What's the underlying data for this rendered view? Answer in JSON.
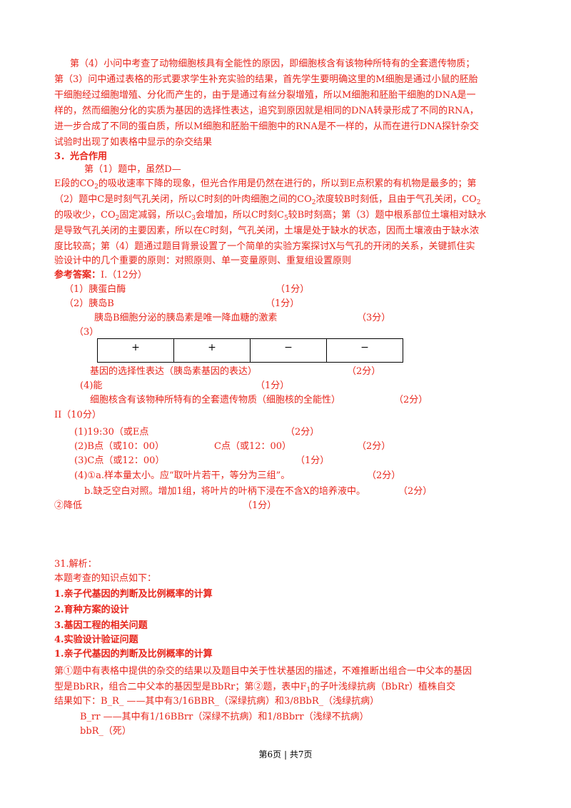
{
  "lines": {
    "p1_1": "第（4）小问中考查了动物细胞核具有全能性的原因，即细胞核含有该物种所特有的全套遗传物质；",
    "p1_2": "第（3）问中通过表格的形式要求学生补充实验的结果，首先学生要明确这里的M细胞是通过小鼠的胚胎",
    "p1_3": "干细胞经过细胞增殖、分化而产生的，由于是通过有丝分裂增殖，所以M细胞和胚胎干细胞的DNA是一",
    "p1_4": "样的，然而细胞分化的实质为基因的选择性表达，追究到原因就是相同的DNA转录形成了不同的RNA，",
    "p1_5": "进一步合成了不同的蛋白质，所以M细胞和胚胎干细胞中的RNA是不一样的，从而在进行DNA探针杂交",
    "p1_6": "试验时出现了如表格中显示的杂交结果",
    "h3": "3．光合作用",
    "p2_1": "第（1）题中，虽然D—",
    "p2_2a": "E段的CO",
    "p2_2b": "的吸收速率下降的现象，但光合作用是仍然在进行的，所以到E点积累的有机物是最多的；第",
    "p2_3a": "（2）题中C是时刻气孔关闭，所以C时刻的叶肉细胞之间的CO",
    "p2_3b": "浓度较B时刻低，且由于气孔关闭，CO",
    "p2_4a": "的吸收少，CO",
    "p2_4b": "固定减弱，所以C",
    "p2_4c": "会增加，所以C时刻C",
    "p2_4d": "较B时刻高；第（3）题中根系部位土壤相对缺水",
    "p2_5": "是导致气孔关闭的主要因素，所以在C时刻，气孔关闭，土壤是处于缺水的状态，因而土壤液由于缺水浓",
    "p2_6": "度比较高；第（4）题通过题目背景设置了一个简单的实验方案探讨X与气孔的开闭的关系，关键抓住实",
    "p2_7": "验设计中的几个重要的原则：对照原则、单一变量原则、重复组设置原则",
    "ans_label": "参考答案：",
    "ans_part1": "I.（12分）",
    "a1": "（1）胰蛋白酶",
    "a1s": "（1分）",
    "a2": "（2）胰岛B",
    "a2s": "（1分）",
    "a2b": "胰岛B细胞分泌的胰岛素是唯一降血糖的激素",
    "a2bs": "（3分）",
    "a3": "（3）",
    "a3b": "基因的选择性表达（胰岛素基因的表达）",
    "a3bs": "（2分）",
    "a4": "(4)能",
    "a4s": "（1分）",
    "a4b": "细胞核含有该物种所特有的全套遗传物质（细胞核的全能性）",
    "a4bs": "（2分）",
    "part2": "II（10分）",
    "b1": "(1)19:30（或E点",
    "b1s": "（2分）",
    "b2": "(2)B点（或10：00）",
    "b2m": "C点（或12：00）",
    "b2s": "（2分）",
    "b3": "(3)C点（或12：00）",
    "b3s": "（1分）",
    "b4a": "(4)",
    "b4b": "a.样本量太小。应“取叶片若干，等分为三组”。",
    "b4s": "（2分）",
    "b5": "b.缺乏空白对照。增加1组，将叶片的叶柄下浸在不含X的培养液中。",
    "b5s": "（2分）",
    "b6": "降低",
    "b6s": "（1分）",
    "s31": "31.解析：",
    "s31_intro": "本题考查的知识点如下：",
    "k1": "1.亲子代基因的判断及比例概率的计算",
    "k2": "2.育种方案的设计",
    "k3": "3.基因工程的相关问题",
    "k4": "4.实验设计验证问题",
    "k1b": "1.亲子代基因的判断及比例概率的计算",
    "c1a": "第",
    "c1b": "题中有表格中提供的杂交的结果以及题目中关于性状基因的描述，不难推断出组合一中父本的基因",
    "c2a": "型是BbRR，组合二中父本的基因型是BbRr；第",
    "c2b": "题，表中F",
    "c2c": "的子叶浅绿抗病（BbRr）植株自交",
    "c3": "结果如下：B_R_ ——其中有3/16BBR_（深绿抗病）和3/8BbR_（浅绿抗病）",
    "c4": "B_rr ——其中有1/16BBrr（深绿不抗病）和1/8Bbrr（浅绿不抗病）",
    "c5": "bbR_（死）"
  },
  "table": [
    "+",
    "+",
    "−",
    "−"
  ],
  "circled": {
    "one": "①",
    "two": "②"
  },
  "sub": {
    "two": "2",
    "three": "3",
    "five": "5",
    "one": "1"
  },
  "footer": "第6页 | 共7页",
  "colors": {
    "accent": "#e8261c"
  }
}
